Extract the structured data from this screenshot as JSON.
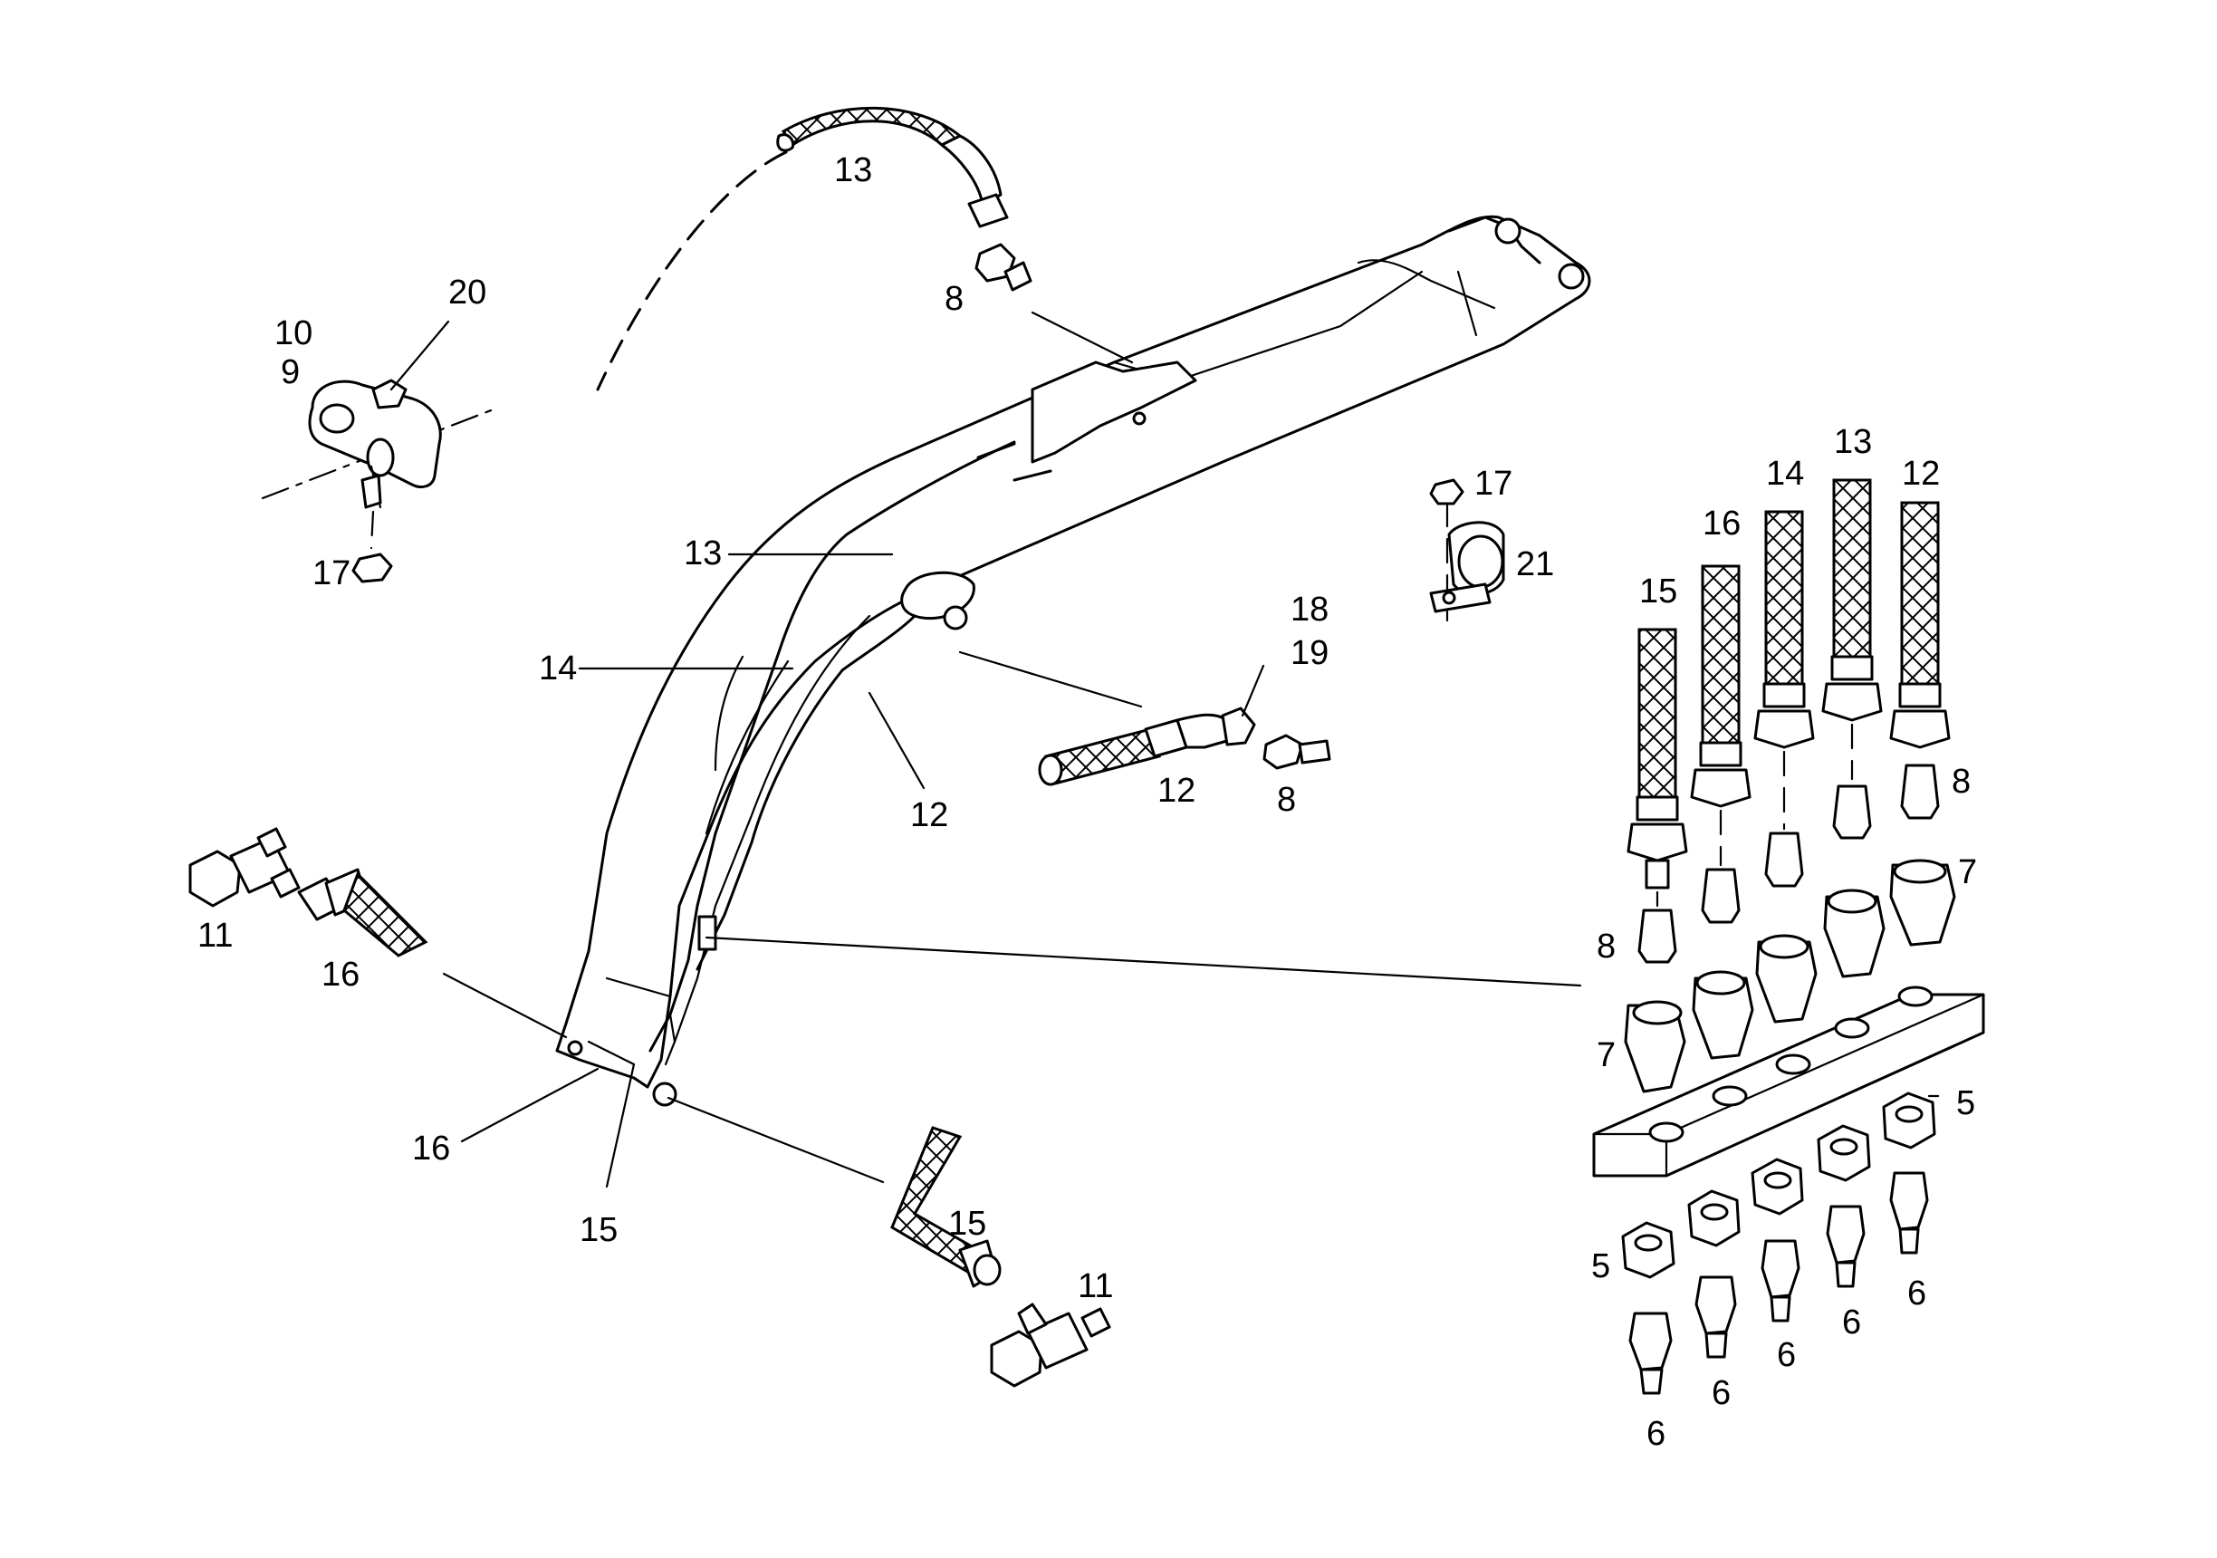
{
  "callouts": {
    "c13_top": "13",
    "c8_top": "8",
    "c20": "20",
    "c10": "10",
    "c9": "9",
    "c17_left": "17",
    "c17_right": "17",
    "c21": "21",
    "c13_mid": "13",
    "c14_mid": "14",
    "c18": "18",
    "c19": "19",
    "c12_hose": "12",
    "c8_mid": "8",
    "c12_arm": "12",
    "c11_left": "11",
    "c16_hose": "16",
    "c16_arm": "16",
    "c15_arm": "15",
    "c15_hose": "15",
    "c11_bottom": "11",
    "c15_stack": "15",
    "c16_stack": "16",
    "c14_stack": "14",
    "c13_stack": "13",
    "c12_stack": "12",
    "c8_stack_right": "8",
    "c7_stack_right": "7",
    "c8_stack_left": "8",
    "c7_stack_left": "7",
    "c5_right": "5",
    "c5_left": "5",
    "c6_a": "6",
    "c6_b": "6",
    "c6_c": "6",
    "c6_d": "6",
    "c6_e": "6"
  }
}
